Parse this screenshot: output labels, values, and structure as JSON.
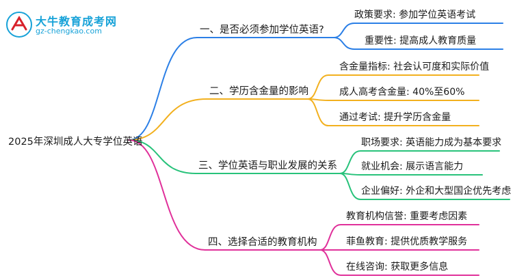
{
  "logo": {
    "title": "大牛教育成考网",
    "url": "gz-chengkao.com"
  },
  "root": {
    "label": "2025年深圳成人大专学位英语"
  },
  "branches": [
    {
      "label": "一、是否必须参加学位英语?",
      "color": "#2b7fe6",
      "leaves": [
        "政策要求: 参加学位英语考试",
        "重要性: 提高成人教育质量"
      ]
    },
    {
      "label": "二、学历含金量的影响",
      "color": "#f2b01e",
      "leaves": [
        "含金量指标: 社会认可度和实际价值",
        "成人高考含金量: 40%至60%",
        "通过考试: 提升学历含金量"
      ]
    },
    {
      "label": "三、学位英语与职业发展的关系",
      "color": "#27c27a",
      "leaves": [
        "职场要求: 英语能力成为基本要求",
        "就业机会: 展示语言能力",
        "企业偏好: 外企和大型国企优先考虑"
      ]
    },
    {
      "label": "四、选择合适的教育机构",
      "color": "#e0309a",
      "leaves": [
        "教育机构信誉: 重要考虑因素",
        "菲鱼教育: 提供优质教学服务",
        "在线咨询: 获取更多信息"
      ]
    }
  ]
}
